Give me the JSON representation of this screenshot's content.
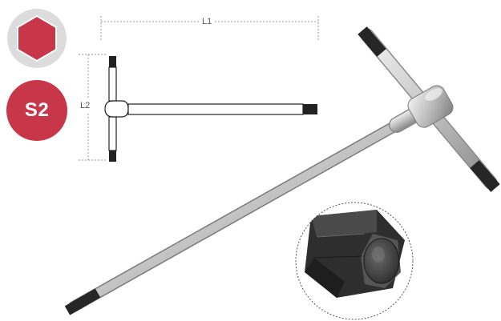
{
  "badges": {
    "material_label": "S2"
  },
  "dimensions": {
    "length_label": "L1",
    "handle_label": "L2"
  },
  "colors": {
    "brand_red": "#C8364A",
    "badge_grey": "#DCDCDC",
    "tip_black": "#222222",
    "dim_line": "#9A9A9A"
  },
  "icons": {
    "hex_profile": "hexagon-icon",
    "material_badge": "s2-badge"
  }
}
